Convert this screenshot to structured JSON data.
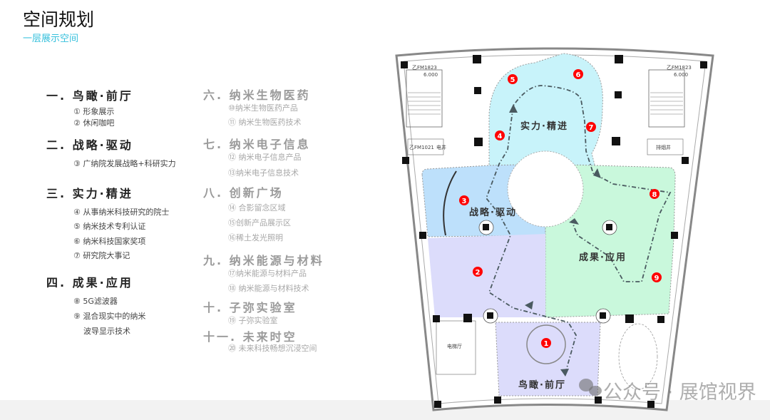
{
  "header": {
    "title": "空间规划",
    "subtitle": "一层展示空间"
  },
  "left_sections": [
    {
      "heading": "一. 鸟瞰·前厅",
      "items": [
        "① 形象展示",
        "② 休闲咖吧"
      ]
    },
    {
      "heading": "二. 战略·驱动",
      "items": [
        "③ 广纳院发展战略+科研实力"
      ]
    },
    {
      "heading": "三. 实力·精进",
      "items": [
        "④ 从事纳米科技研究的院士",
        "⑤ 纳米技术专利认证",
        "⑥ 纳米科技国家奖项",
        "⑦ 研究院大事记"
      ]
    },
    {
      "heading": "四. 成果·应用",
      "items": [
        "⑧ 5G滤波器",
        "⑨ 混合现实中的纳米",
        "波导显示技术"
      ]
    }
  ],
  "right_sections": [
    {
      "heading": "六. 纳米生物医药",
      "items": [
        "⑩纳米生物医药产品",
        "⑪ 纳米生物医药技术"
      ]
    },
    {
      "heading": "七. 纳米电子信息",
      "items": [
        "⑫ 纳米电子信息产品",
        "⑬纳米电子信息技术"
      ]
    },
    {
      "heading": "八. 创新广场",
      "items": [
        "⑭ 合影留念区域",
        "⑮创新产品展示区",
        "⑯稀土发光照明"
      ]
    },
    {
      "heading": "九. 纳米能源与材料",
      "items": [
        "⑰纳米能源与材料产品",
        "⑱ 纳米能源与材料技术"
      ]
    },
    {
      "heading": "十. 子弥实验室",
      "items": [
        "⑲ 子弥实验室"
      ]
    },
    {
      "heading": "十一. 未来时空",
      "items": [
        "⑳ 未来科技畅想沉浸空间"
      ]
    }
  ],
  "floorplan": {
    "zones": {
      "z1": "鸟瞰·前厅",
      "z2": "战略·驱动",
      "z3": "实力·精进",
      "z4": "成果·应用"
    },
    "markers": [
      "1",
      "2",
      "3",
      "4",
      "5",
      "6",
      "7",
      "8",
      "9"
    ],
    "labels": {
      "door_l": "乙FM1823",
      "door_r": "乙FM1823",
      "elev_l": "6.000",
      "elev_r": "6.000",
      "door_l2": "乙FM1021",
      "shaft": "电井",
      "smoke": "排烟井",
      "lift_hall": "电梯厅"
    }
  },
  "watermark": "公众号 · 展馆视界",
  "colors": {
    "marker": "#ff0000",
    "cyan": "#c8f3fa",
    "blue": "#bde0fb",
    "lavender": "#dcdcfb",
    "green": "#c9f8dc"
  }
}
